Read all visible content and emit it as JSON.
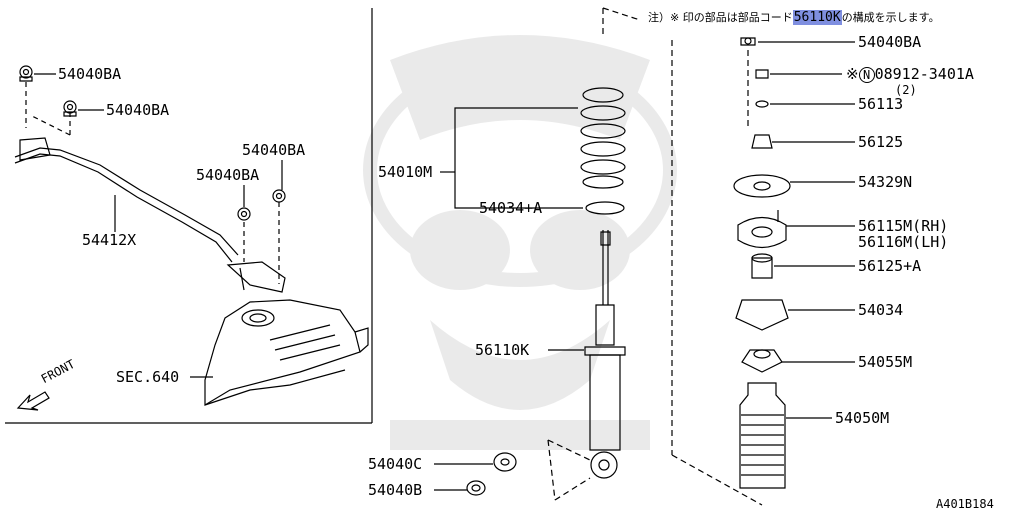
{
  "note": {
    "prefix": "注）※ 印の部品は部品コード",
    "code": "56110K",
    "suffix": "の構成を示します。"
  },
  "figure_id": "A401B184",
  "front_label": "FRONT",
  "labels": {
    "l_54040ba_1": "54040BA",
    "l_54040ba_2": "54040BA",
    "l_54040ba_3": "54040BA",
    "l_54040ba_4": "54040BA",
    "l_54412x": "54412X",
    "l_sec640": "SEC.640",
    "l_54010m": "54010M",
    "l_54034a": "54034+A",
    "l_56110k": "56110K",
    "l_54040c": "54040C",
    "l_54040b": "54040B",
    "r_54040ba": "54040BA",
    "r_08912": "08912-3401A",
    "r_08912_qty": "(2)",
    "r_56113": "56113",
    "r_56125": "56125",
    "r_54329n": "54329N",
    "r_56115m": "56115M(RH)",
    "r_56116m": "56116M(LH)",
    "r_56125a": "56125+A",
    "r_54034": "54034",
    "r_54055m": "54055M",
    "r_54050m": "54050M"
  },
  "marks": {
    "asterisk": "※",
    "circled_n": "N"
  }
}
